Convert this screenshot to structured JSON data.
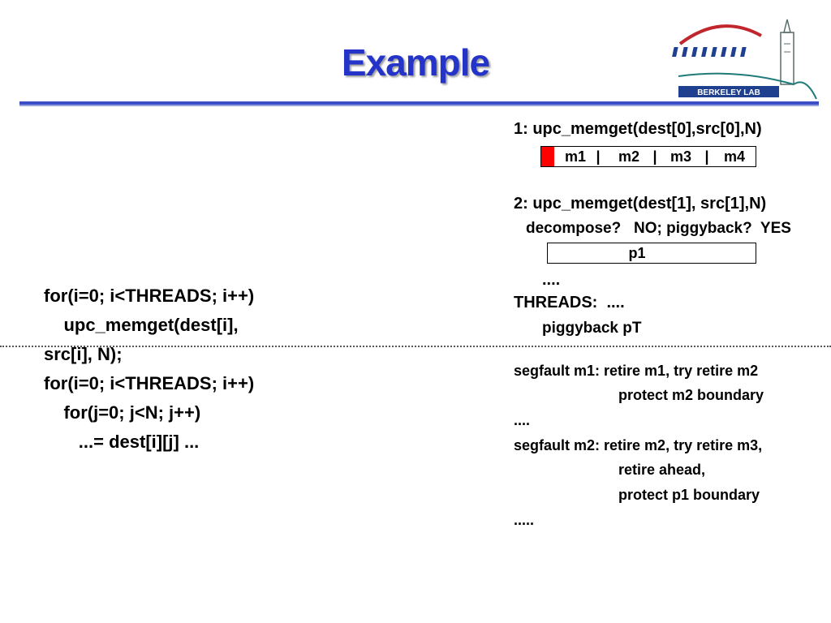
{
  "title": "Example",
  "logo": {
    "text": "BERKELEY LAB",
    "colors": {
      "arch": "#c0262c",
      "bars": "#1f3f8f",
      "box": "#1f3f8f"
    }
  },
  "left_code": [
    "for(i=0; i<THREADS; i++)",
    "    upc_memget(dest[i],",
    "src[i], N);",
    "",
    "for(i=0; i<THREADS; i++)",
    "    for(j=0; j<N; j++)",
    "       ...= dest[i][j] ..."
  ],
  "right": {
    "step1": "1: upc_memget(dest[0],src[0],N)",
    "box1": {
      "cells": [
        "m1",
        "|",
        "m2",
        "|",
        "m3",
        "|",
        "m4"
      ]
    },
    "step2": "2: upc_memget(dest[1], src[1],N)",
    "decompose": "decompose?   NO; piggyback?  YES",
    "box2": {
      "label": "p1"
    },
    "dots1": "....",
    "threads": "THREADS:  ....",
    "piggyback": "piggyback pT",
    "segfault1_a": "segfault m1: retire m1, try retire m2",
    "segfault1_b": "protect m2 boundary",
    "dots2": "....",
    "segfault2_a": "segfault m2: retire m2, try retire m3,",
    "segfault2_b": "retire ahead,",
    "segfault2_c": "protect p1 boundary",
    "dots3": "....."
  },
  "colors": {
    "title": "#2433c8",
    "rule": "#3a4fc8",
    "red_cell": "#ff0000"
  }
}
